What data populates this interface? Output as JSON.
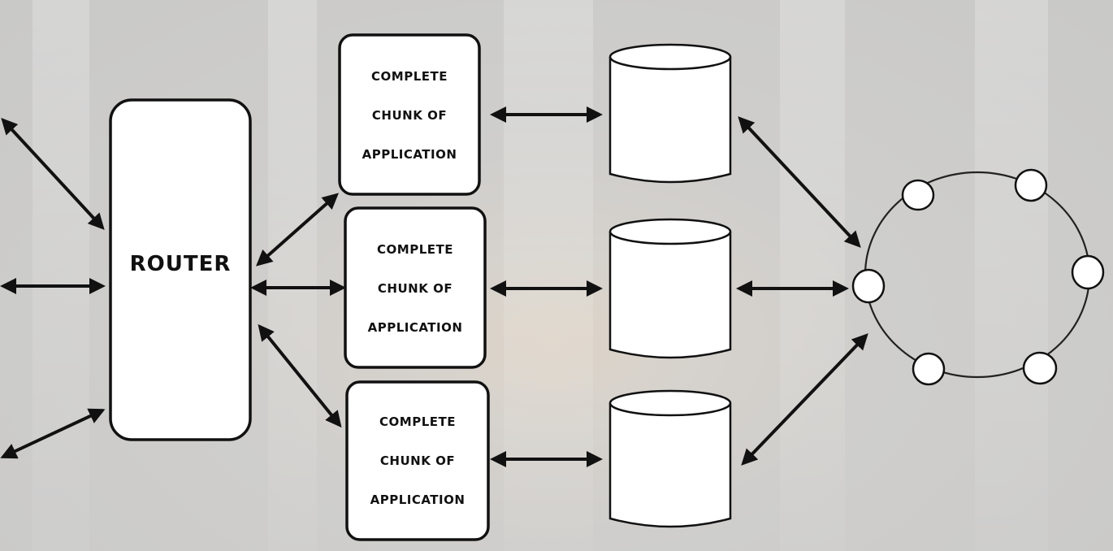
{
  "router": {
    "label": "ROUTER"
  },
  "chunks": [
    {
      "line1": "COMPLETE",
      "line2": "CHUNK OF",
      "line3": "APPLICATION"
    },
    {
      "line1": "COMPLETE",
      "line2": "CHUNK OF",
      "line3": "APPLICATION"
    },
    {
      "line1": "COMPLETE",
      "line2": "CHUNK OF",
      "line3": "APPLICATION"
    }
  ],
  "colors": {
    "ink": "#111111",
    "box_fill": "#ffffff"
  }
}
